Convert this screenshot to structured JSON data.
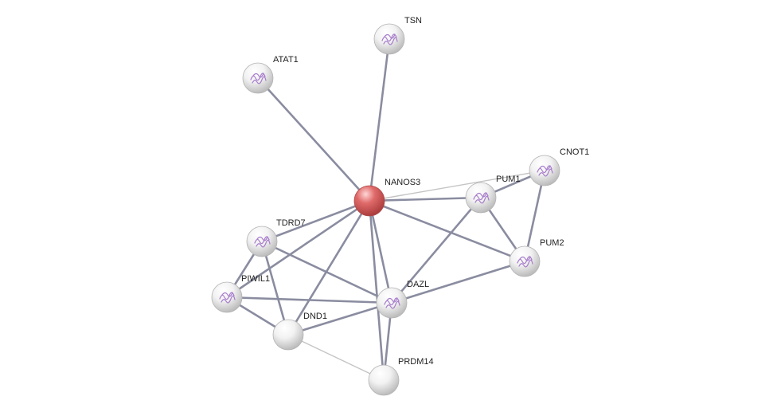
{
  "network": {
    "nodes": [
      {
        "id": "TSN",
        "label": "TSN",
        "query": false,
        "has_structure": true
      },
      {
        "id": "ATAT1",
        "label": "ATAT1",
        "query": false,
        "has_structure": true
      },
      {
        "id": "NANOS3",
        "label": "NANOS3",
        "query": true,
        "has_structure": false
      },
      {
        "id": "CNOT1",
        "label": "CNOT1",
        "query": false,
        "has_structure": true
      },
      {
        "id": "PUM1",
        "label": "PUM1",
        "query": false,
        "has_structure": true
      },
      {
        "id": "TDRD7",
        "label": "TDRD7",
        "query": false,
        "has_structure": true
      },
      {
        "id": "PUM2",
        "label": "PUM2",
        "query": false,
        "has_structure": true
      },
      {
        "id": "PIWIL1",
        "label": "PIWIL1",
        "query": false,
        "has_structure": true
      },
      {
        "id": "DAZL",
        "label": "DAZL",
        "query": false,
        "has_structure": true
      },
      {
        "id": "DND1",
        "label": "DND1",
        "query": false,
        "has_structure": false
      },
      {
        "id": "PRDM14",
        "label": "PRDM14",
        "query": false,
        "has_structure": false
      }
    ],
    "edges": [
      {
        "source": "NANOS3",
        "target": "TSN",
        "strength": "medium"
      },
      {
        "source": "NANOS3",
        "target": "ATAT1",
        "strength": "medium"
      },
      {
        "source": "NANOS3",
        "target": "PUM1",
        "strength": "medium"
      },
      {
        "source": "NANOS3",
        "target": "CNOT1",
        "strength": "weak"
      },
      {
        "source": "NANOS3",
        "target": "PUM2",
        "strength": "medium"
      },
      {
        "source": "NANOS3",
        "target": "TDRD7",
        "strength": "medium"
      },
      {
        "source": "NANOS3",
        "target": "PIWIL1",
        "strength": "medium"
      },
      {
        "source": "NANOS3",
        "target": "DAZL",
        "strength": "medium"
      },
      {
        "source": "NANOS3",
        "target": "DND1",
        "strength": "medium"
      },
      {
        "source": "NANOS3",
        "target": "PRDM14",
        "strength": "medium"
      },
      {
        "source": "PUM1",
        "target": "CNOT1",
        "strength": "medium"
      },
      {
        "source": "PUM1",
        "target": "PUM2",
        "strength": "medium"
      },
      {
        "source": "CNOT1",
        "target": "PUM2",
        "strength": "medium"
      },
      {
        "source": "PUM1",
        "target": "DAZL",
        "strength": "medium"
      },
      {
        "source": "PUM2",
        "target": "DAZL",
        "strength": "medium"
      },
      {
        "source": "TDRD7",
        "target": "PIWIL1",
        "strength": "medium"
      },
      {
        "source": "TDRD7",
        "target": "DND1",
        "strength": "medium"
      },
      {
        "source": "TDRD7",
        "target": "DAZL",
        "strength": "medium"
      },
      {
        "source": "PIWIL1",
        "target": "DND1",
        "strength": "medium"
      },
      {
        "source": "PIWIL1",
        "target": "DAZL",
        "strength": "medium"
      },
      {
        "source": "DND1",
        "target": "DAZL",
        "strength": "medium"
      },
      {
        "source": "DAZL",
        "target": "PRDM14",
        "strength": "medium"
      },
      {
        "source": "DND1",
        "target": "PRDM14",
        "strength": "weak"
      }
    ]
  },
  "colors": {
    "query_node": "#e06a6a",
    "node": "#e8e8e8",
    "edge": "#8a8ca0",
    "edge_weak": "#c4c4c4",
    "structure": "#a070c8"
  }
}
